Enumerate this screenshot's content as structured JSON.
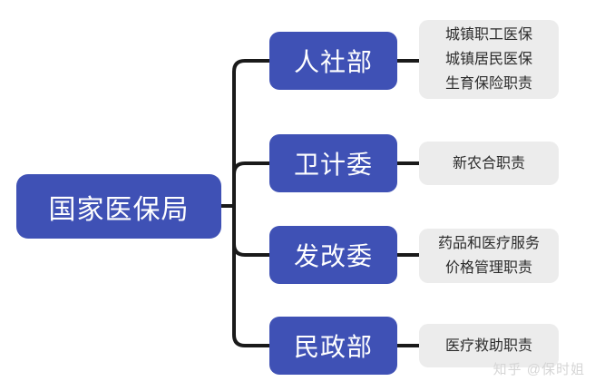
{
  "diagram": {
    "type": "organization-hierarchy",
    "colors": {
      "node_blue": "#3F51B5",
      "node_text": "#FFFFFF",
      "detail_background": "#ECECEC",
      "detail_text": "#2B2B2B",
      "connector": "#1A1A1A",
      "canvas": "#FFFFFF",
      "watermark_text": "#D6D6D6"
    },
    "root": {
      "label": "国家医保局"
    },
    "branches": [
      {
        "label": "人社部",
        "details": [
          "城镇职工医保",
          "城镇居民医保",
          "生育保险职责"
        ]
      },
      {
        "label": "卫计委",
        "details": [
          "新农合职责"
        ]
      },
      {
        "label": "发改委",
        "details": [
          "药品和医疗服务",
          "价格管理职责"
        ]
      },
      {
        "label": "民政部",
        "details": [
          "医疗救助职责"
        ]
      }
    ]
  },
  "watermark": {
    "text": "知乎 @保时姐"
  }
}
